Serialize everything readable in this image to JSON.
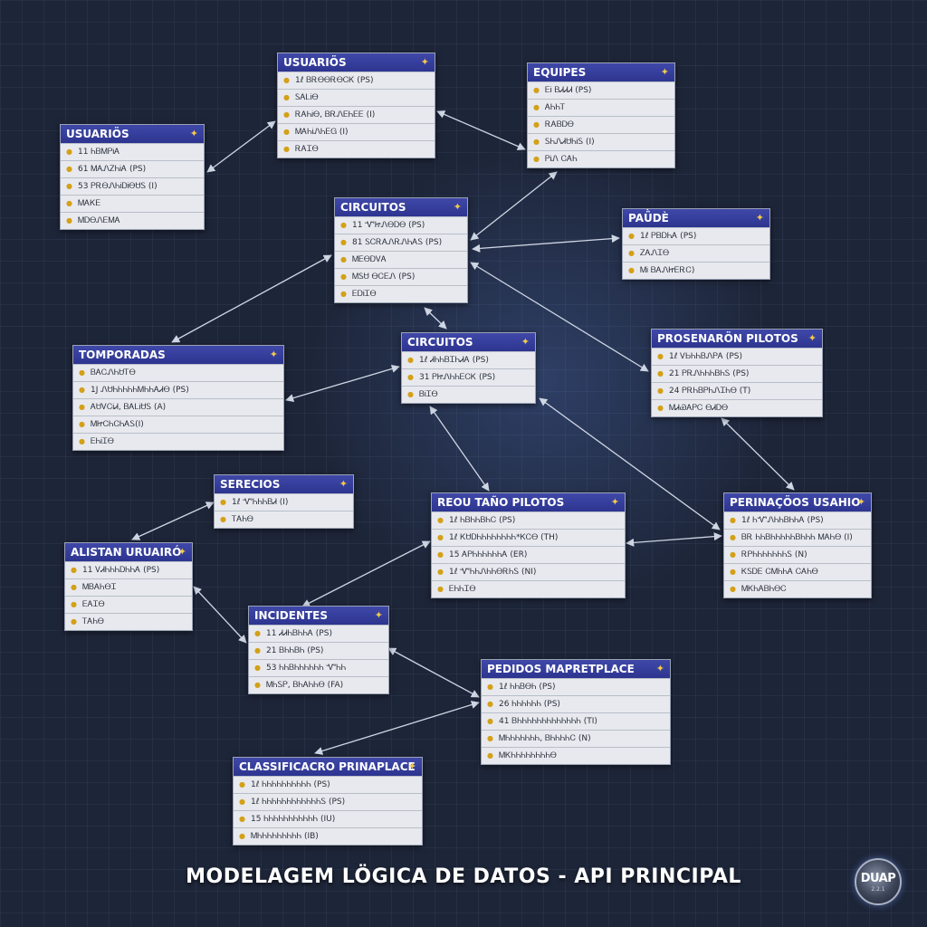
{
  "title": "MODELAGEM LÖGICA DE DATOS - API PRINCIPAL",
  "brand": {
    "text": "DUAP",
    "sub": "2.2.1"
  },
  "icons": {
    "table": "key-icon",
    "field": "key-icon"
  },
  "colors": {
    "header": "#2f3795",
    "accent": "#f2c94c",
    "link": "#cfd6e4"
  },
  "entities": [
    {
      "title": "USUARIÖS",
      "fields": [
        "1ℓ ᏴᎡᎾᎾᎡᎾᏟᏦ (PS)",
        "ᏚᎪᏞᎥᎾ",
        "ᎡᎪᏂᎥᎾ, ᏴᎡᏁᎬᏂᎬᎬ (I)",
        "ᎷᎪᏂᎥᏁᏂᎬᏀ (I)",
        "ᎡᎪᏆᎾ"
      ]
    },
    {
      "title": "USUARIÖS",
      "fields": [
        "11 ᏂᏴᎷᏢᎥᎪ",
        "61 ᎷᎪᏁᏃᏂᎥᎪ (PS)",
        "53 ᏢᎡᎾᏁᏂᎥᎠᎥᎾᏌᏚ (I)",
        "ᎷᎪᏦᎬ",
        "ᎷᎠᎾᏁᎬᎷᎪ"
      ]
    },
    {
      "title": "EQUIPES",
      "fields": [
        "ᎬᎥ ᏴᏗᏗᏗ (PS)",
        "ᎪᏂᏂᎢ",
        "ᎡᎪᏴᎠᎾ",
        "ᏚᏂᏁᏗᏌᏂᎥᏚ (I)",
        "ᏢᎥᏁ ᏟᎪᏂ"
      ]
    },
    {
      "title": "CIRCUITOS",
      "fields": [
        "11 ᏉᏥᏁᎾᎠᎾ (PS)",
        "81 ᏚᏟᎡᎪᏁᎡᏁᏂᎪᏚ (PS)",
        "ᎷᎬᎾᎠᏙᎪ",
        "ᎷᏚᏌ ᎾᏟᎬᏁ (PS)",
        "ᎬᎠᎥᏆᎾ"
      ]
    },
    {
      "title": "PAǛDÈ",
      "fields": [
        "1ℓ ᏢᏴᎠᏂᎪ (PS)",
        "ᏃᎪᏁᏆᎾ",
        "ᎷᎥ ᏴᎪᏁᏥᎬᎡᏟ)"
      ]
    },
    {
      "title": "TOMPORADAS",
      "fields": [
        "ᏴᎪᏟᏁᏂᏌᎢᎾ",
        "1J ᏁᏌᏂᏂᏂᏂᏂᎷᏂᏂᎪᏗᎾ (PS)",
        "ᎪᏌᏙᏟᎥᏗ, ᏴᎪᏞᎥᏌᏚ (A)",
        "ᎷᏥᏟᏂᏟᏂᎪᏚ(I)",
        "ᎬᏂᎥᏆᎾ"
      ]
    },
    {
      "title": "CIRCUITOS",
      "fields": [
        "1ℓ ᏗᏂᏂᏴᏆᏂᏗᎪ (PS)",
        "31 ᏢᏥᏁᏂᏂᎬᏟᏦ (PS)",
        "ᏴᎥᏆᎾ"
      ]
    },
    {
      "title": "PROSENARÖN PILOTOS",
      "fields": [
        "1ℓ ᏙᏏᏂᏂᏴᏁᏢᎪ (PS)",
        "21 ᏢᎡᏁᏂᏂᏂᏴᏂᏚ (PS)",
        "24 ᏢᎡᏂᏴᏢᏂᏁᏆᏂᎾ (T)",
        "ᎷᏗᏯᎪᏢᏟ ᎾᏗᎠᎾ"
      ]
    },
    {
      "title": "SERECIOS",
      "fields": [
        "1ℓ ᏉᏂᏂᏂᏴᏗ (I)",
        "ᎢᎪᏂᎾ"
      ]
    },
    {
      "title": "REOU TAÑO PILOTOS",
      "fields": [
        "1ℓ ᏂᏴᏂᏂᏴᏂᏟ (PS)",
        "1ℓ ᏦᏌᎠᏂᏂᏂᏂᏂᏂᏂᏂ*ᏦᏟᎾ (TH)",
        "15 ᎪᏢᏂᏂᏂᏂᏂᏂᎪ (ER)",
        "1ℓ ᏉᏂᏂᏁᏂᏂᎾᎡᏂᏚ (NI)",
        "ᎬᏂᏂᏆᎾ"
      ]
    },
    {
      "title": "PERINAÇÖOS  USAHIO",
      "fields": [
        "1ℓ ᏂᏉᏁᏂᏂᏴᏂᏂᎪ (PS)",
        "ᏴᎡ ᏂᏂᏴᏂᏂᏂᏂᏂᏴᏂᏂᏂ ᎷᎪᏂᎾ (I)",
        "ᎡᏢᏂᏂᏂᏂᏂᏂᏂᏚ (N)",
        "ᏦᏚᎠᎬ ᏟᎷᏂᏂᎪ ᏟᎪᏂᎾ",
        "ᎷᏦᏂᎪᏴᏂᎾᏟ"
      ]
    },
    {
      "title": "ALISTAN URUAIRÓ",
      "fields": [
        "11 ᏙᏗᏂᏂᏂᎠᏂᏂᎪ (PS)",
        "ᎷᏴᎪᏂᎾᏆ",
        "ᎬᎪᏆᎾ",
        "ᎢᎪᏂᎾ"
      ]
    },
    {
      "title": "INCIDENTES",
      "fields": [
        "11 ᏗᏗᏂᏴᏂᏂᎪ (PS)",
        "21 ᏴᏂᏂᏴᏂ (PS)",
        "53 ᏂᏂᏴᏂᏂᏂᏂᏂᏂ ᏉᏂᏂ",
        "ᎷᏂᏚᏢ, ᏴᏂᎪᏂᏂᎾ (FA)"
      ]
    },
    {
      "title": "PEDIDOS MAPRETPLACE",
      "fields": [
        "1ℓ ᏂᏂᏴᎾᏂ (PS)",
        "26 ᏂᏂᏂᏂᏂᏂ (PS)",
        "41 ᏴᏂᏂᏂᏂᏂᏂᏂᏂᏂᏂᏂᏂᏂ (TI)",
        "ᎷᏂᏂᏂᏂᏂᏂᏂ, ᏴᏂᏂᏂᏂᏟ (N)",
        "ᎷᏦᏂᏂᏂᏂᏂᏂᏂᏂᎾ"
      ]
    },
    {
      "title": "CLASSIFICACRO PRINAPLACE",
      "fields": [
        "1ℓ ᏂᏂᏂᏂᏂᏂᏂᏂᏂᏂ (PS)",
        "1ℓ ᏂᏂᏂᏂᏂᏂᏂᏂᏂᏂᏂᏂᏚ (PS)",
        "15 ᏂᏂᏂᏂᏂᏂᏂᏂᏂᏂᏂ (IU)",
        "ᎷᏂᏂᏂᏂᏂᏂᏂᏂᏂ (IB)"
      ]
    }
  ]
}
